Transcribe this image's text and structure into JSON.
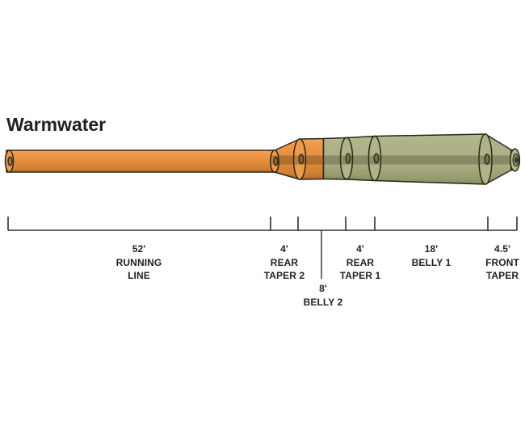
{
  "title": "Warmwater",
  "colors": {
    "orange": "#E58C3C",
    "orange_light": "#F2A158",
    "orange_dark": "#C0762F",
    "olive": "#A9AE84",
    "olive_light": "#B6BB93",
    "olive_dark": "#858C5E",
    "outline": "#2E2519",
    "hole": "#37301F",
    "scale_line": "#2E2E2E",
    "text": "#231F20"
  },
  "diagram": {
    "type": "fly-line-taper-profile",
    "segments": [
      {
        "id": "running-line",
        "length_ft": 52,
        "section_color": "orange",
        "lines": [
          "52'",
          "RUNNING",
          "LINE"
        ]
      },
      {
        "id": "rear-taper-2",
        "length_ft": 4,
        "section_color": "orange",
        "lines": [
          "4'",
          "REAR",
          "TAPER 2"
        ]
      },
      {
        "id": "belly-2",
        "length_ft": 8,
        "section_color": "orange-olive",
        "lines": [
          "8'",
          "BELLY 2"
        ]
      },
      {
        "id": "rear-taper-1",
        "length_ft": 4,
        "section_color": "olive",
        "lines": [
          "4'",
          "REAR",
          "TAPER 1"
        ]
      },
      {
        "id": "belly-1",
        "length_ft": 18,
        "section_color": "olive",
        "lines": [
          "18'",
          "BELLY 1"
        ]
      },
      {
        "id": "front-taper",
        "length_ft": 4.5,
        "section_color": "olive",
        "lines": [
          "4.5'",
          "FRONT",
          "TAPER"
        ]
      }
    ]
  }
}
